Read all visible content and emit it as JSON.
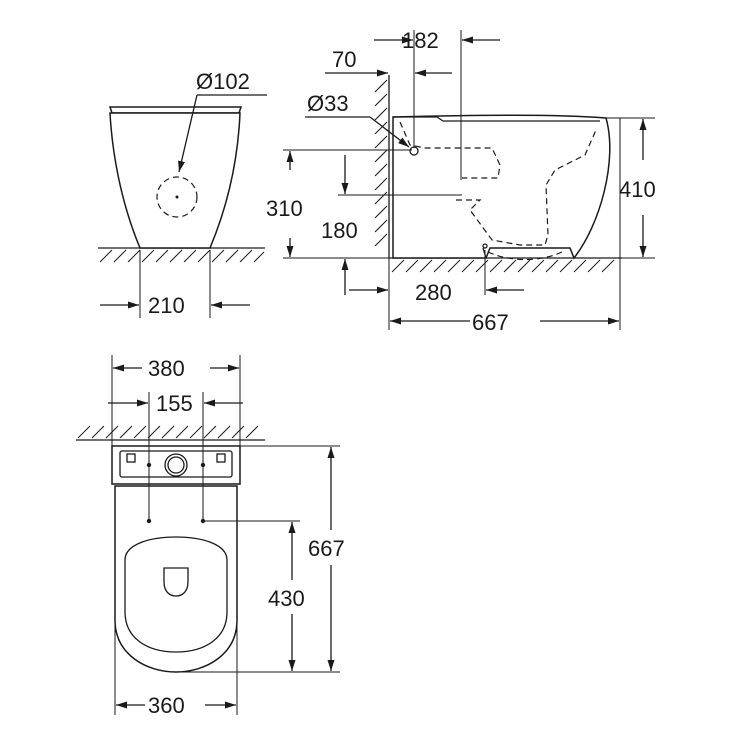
{
  "dimensions": {
    "front_view": {
      "inlet_diameter": "Ø102",
      "base_width": "210"
    },
    "side_view": {
      "offset_top": "70",
      "offset_inlet": "182",
      "water_inlet_diameter": "Ø33",
      "height_inlet": "310",
      "height_outlet": "180",
      "total_height": "410",
      "outlet_distance": "280",
      "total_length": "667"
    },
    "top_view": {
      "tank_width": "380",
      "fixing_spacing": "155",
      "total_length": "667",
      "fixing_distance": "430",
      "bowl_width": "360"
    }
  }
}
